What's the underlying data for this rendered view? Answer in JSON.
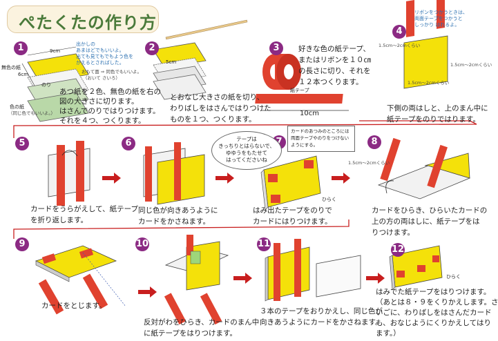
{
  "title": "ぺたくたの作り方",
  "steps": {
    "s1": "1",
    "s2": "2",
    "s3": "3",
    "s4": "4",
    "s5": "5",
    "s6": "6",
    "s7": "7",
    "s8": "8",
    "s9": "9",
    "s10": "10",
    "s11": "11",
    "s12": "12"
  },
  "step1": {
    "dim_w": "9cm",
    "dim_h": "6cm",
    "lbl_color": "無色の紙",
    "lbl_glue": "のり",
    "lbl_paper": "色の紙",
    "lbl_paper_note": "（同じ色でもいいよ。）",
    "note1": "出かしの",
    "note2": "あまはどでもいいよ。",
    "note3": "出ても見てもでもよう色を",
    "note4": "かえるとさればした。",
    "note5": "おもて面 ⇒ 同色でもいいよ。",
    "note6": "（おいて さいろ）",
    "text1": "あつ紙を２色、無色の紙を右の",
    "text2": "図の大きさに切ります。",
    "text3": "はさんでのりではりつけます。",
    "text4": "それを４つ、つくります。"
  },
  "step2": {
    "dim": "5cm",
    "text1": "とおなじ大きさの紙を切り、",
    "text2": "わりばしをはさんではりつけた",
    "text3": "ものを１つ、つくります。"
  },
  "step3": {
    "text1": "好きな色の紙テープ、",
    "text2": "またはリボンを１０㎝",
    "text3": "の長さに切り、それを",
    "text4": "１２本つくります。",
    "lbl_tape": "紙テープ",
    "dim": "10cm"
  },
  "step4": {
    "note1": "リボンをつかうときは、",
    "note2": "両面テープをつかうと",
    "note3": "しっかり はれるよ。",
    "dim1": "1.5cm〜2cmくらい",
    "dim2": "1.5cm〜2cmくらい",
    "dim3": "1.5cm〜2cmくらい",
    "text1": "下側の両はしと、上のまん中に",
    "text2": "紙テープをのりではります。"
  },
  "step5": {
    "text1": "カードをうらがえして、紙テープ",
    "text2": "を折り返します。"
  },
  "step6": {
    "text1": "同じ色が向きあうように",
    "text2": "カードをかさねます。"
  },
  "step7": {
    "bubble1": "テープは",
    "bubble2": "きっちりとはらないで、",
    "bubble3": "ゆゆうをもたせて",
    "bubble4": "はってくださいね",
    "note1": "カードのあつみのところには",
    "note2": "両面テープやのりをつけない",
    "note3": "ようにする。",
    "text1": "はみ出たテープをのりで",
    "text2": "カードにはりつけます。",
    "lbl_open": "ひらく"
  },
  "step8": {
    "dim": "1.5cm〜2cmくらい",
    "text1": "カードをひらき、ひらいたカードの",
    "text2": "上の方の両はしに、紙テープをは",
    "text3": "りつけます。"
  },
  "step9": {
    "text1": "カードをとじます。"
  },
  "step10": {
    "text1": "反対がわをひらき、カードのまん中",
    "text2": "に紙テープをはりつけます。"
  },
  "step11": {
    "text1": "３本のテープをおりかえし、同じ色が",
    "text2": "向きあうようにカードをかさねます。"
  },
  "step12": {
    "lbl_open": "ひらく",
    "text1": "はみでた紙テープをはりつけます。",
    "text2": "（あとは８・９をくりかえします。さ",
    "text3": "いごに、わりばしをはさんだカード",
    "text4": "も、おなじようにくりかえしてはり",
    "text5": "ます。）"
  },
  "colors": {
    "yellow": "#f4e10a",
    "red": "#e0422f",
    "purple": "#8b2a83",
    "green": "#4a7a3a"
  }
}
